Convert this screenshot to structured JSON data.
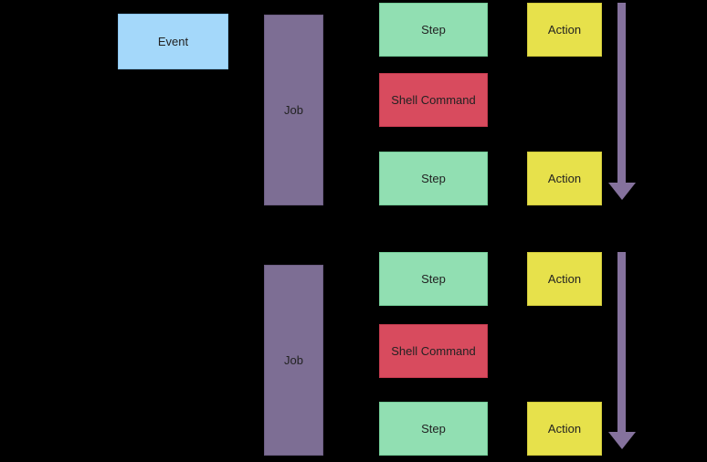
{
  "colors": {
    "background": "#000000",
    "text": "#222222",
    "event_fill": "#a4d8fa",
    "event_border": "#8ac5ef",
    "job_fill": "#7d6e94",
    "job_border": "#6e5f85",
    "step_fill": "#91dfb2",
    "step_border": "#73cb97",
    "shell_fill": "#d84b5e",
    "shell_border": "#c23a4e",
    "action_fill": "#e7e14b",
    "action_border": "#d0c93a",
    "arrow": "#85729d"
  },
  "diagram": {
    "event": {
      "label": "Event"
    },
    "sections": [
      {
        "job": {
          "label": "Job"
        },
        "steps": [
          {
            "label": "Step"
          },
          {
            "label": "Shell Command"
          },
          {
            "label": "Step"
          }
        ],
        "actions": [
          {
            "label": "Action"
          },
          {
            "label": "Action"
          }
        ]
      },
      {
        "job": {
          "label": "Job"
        },
        "steps": [
          {
            "label": "Step"
          },
          {
            "label": "Shell Command"
          },
          {
            "label": "Step"
          }
        ],
        "actions": [
          {
            "label": "Action"
          },
          {
            "label": "Action"
          }
        ]
      }
    ]
  }
}
